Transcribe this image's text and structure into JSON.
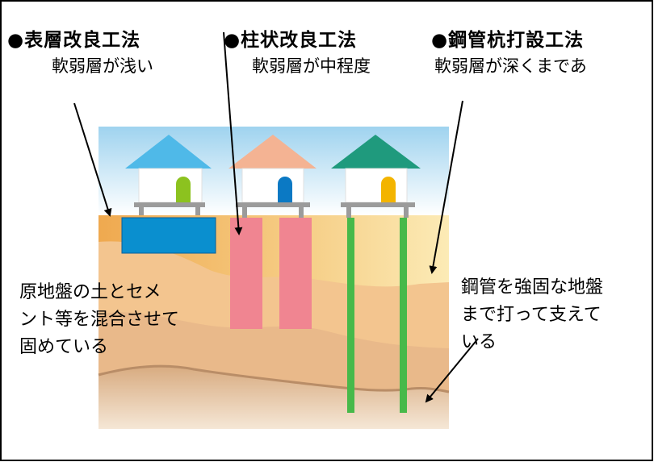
{
  "methods": [
    {
      "title": "●表層改良工法",
      "desc": "軟弱層が浅い"
    },
    {
      "title": "●柱状改良工法",
      "desc": "軟弱層が中程度"
    },
    {
      "title": "●鋼管杭打設工法",
      "desc": "軟弱層が深くまであ"
    }
  ],
  "notes": {
    "left": [
      "原地盤の土とセメ",
      "ント等を混合させて",
      "固めている"
    ],
    "right": [
      "鋼管を強固な地盤",
      "まで打って支えて",
      "いる"
    ]
  },
  "colors": {
    "roof1": "#4fb9e8",
    "roof2": "#f4b393",
    "roof3": "#1f9a7d",
    "door1": "#8cc21f",
    "door2": "#0b79c4",
    "door3": "#f3b400",
    "slab": "#0a8fcf",
    "columns": "#f08591",
    "piles": "#47b94a"
  }
}
